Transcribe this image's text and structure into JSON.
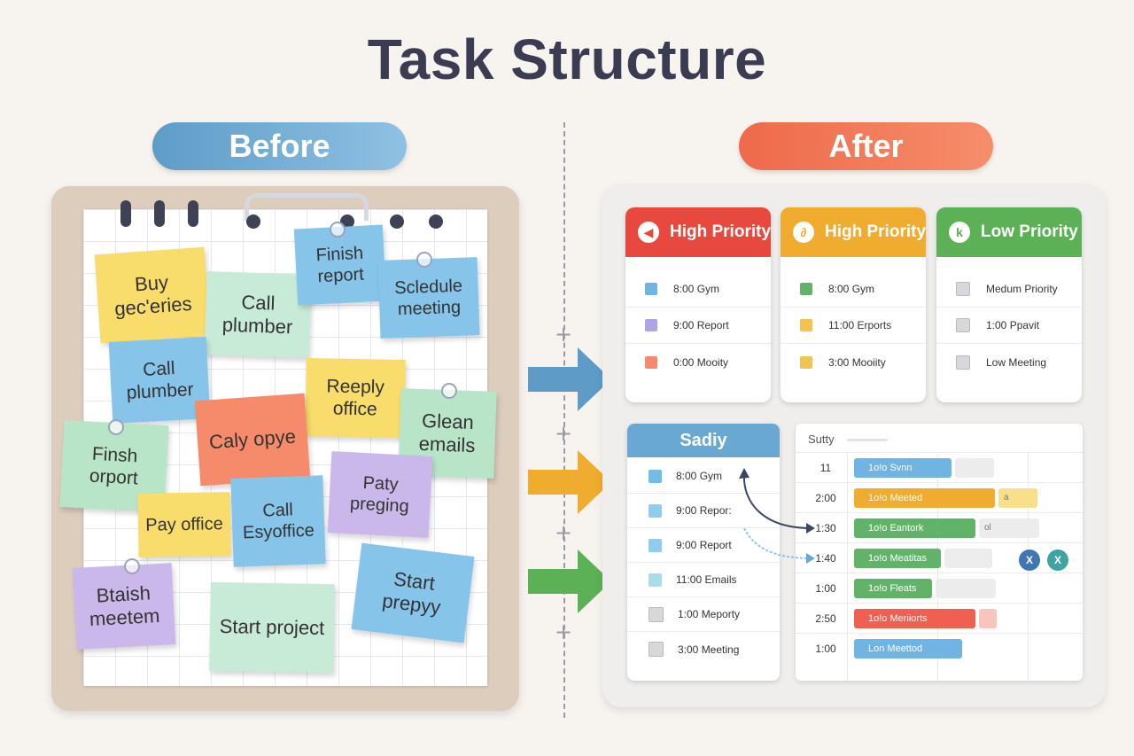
{
  "title": "Task Structure",
  "before_label": "Before",
  "after_label": "After",
  "notes": [
    {
      "text": "Buy gec'eries",
      "color": "#f8dc6c"
    },
    {
      "text": "Call plumber",
      "color": "#c8ebd8"
    },
    {
      "text": "Finish report",
      "color": "#86c4ea"
    },
    {
      "text": "Scledule meeting",
      "color": "#86c4ea"
    },
    {
      "text": "Call plumber",
      "color": "#86c4ea"
    },
    {
      "text": "Reeply office",
      "color": "#f8dc6c"
    },
    {
      "text": "Caly opye",
      "color": "#f58b6a"
    },
    {
      "text": "Glean emails",
      "color": "#b8e4c8"
    },
    {
      "text": "Finsh orport",
      "color": "#b8e4c8"
    },
    {
      "text": "Pay office",
      "color": "#f8dc6c"
    },
    {
      "text": "Call Esyoffice",
      "color": "#86c4ea"
    },
    {
      "text": "Paty preging",
      "color": "#cbb8ea"
    },
    {
      "text": "Btaish meetem",
      "color": "#cbb8ea"
    },
    {
      "text": "Start project",
      "color": "#c8ebd8"
    },
    {
      "text": "Start prepyy",
      "color": "#86c4ea"
    }
  ],
  "priority_cards": [
    {
      "title": "High Priority",
      "color": "#e8493f",
      "icon": "◀",
      "rows": [
        {
          "text": "8:00 Gym",
          "color": "#6fb4e3"
        },
        {
          "text": "9:00 Report",
          "color": "#b1a4e6"
        },
        {
          "text": "0:00 Mooity",
          "color": "#f58b6a"
        }
      ]
    },
    {
      "title": "High Priority",
      "color": "#efac2e",
      "icon": "∂",
      "rows": [
        {
          "text": "8:00 Gym",
          "color": "#62b36a"
        },
        {
          "text": "11:00 Erports",
          "color": "#f2c350"
        },
        {
          "text": "3:00 Mooiity",
          "color": "#f2c350"
        }
      ]
    },
    {
      "title": "Low Priority",
      "color": "#5cb055",
      "icon": "k",
      "rows": [
        {
          "text": "Medum Priority",
          "color": "#d8d8dc"
        },
        {
          "text": "1:00 Ppavit",
          "color": "#d8d8dc"
        },
        {
          "text": "Low Meeting",
          "color": "#d8d8dc"
        }
      ]
    }
  ],
  "daily": {
    "title": "Sadiy",
    "rows": [
      {
        "text": "8:00 Gym",
        "color": "#72bde8"
      },
      {
        "text": "9:00 Repor:",
        "color": "#8fcdee"
      },
      {
        "text": "9:00 Report",
        "color": "#8fcdee"
      },
      {
        "text": "11:00 Emails",
        "color": "#a8dde8"
      },
      {
        "text": "1:00 Meporty",
        "color": "#d8d8dc"
      },
      {
        "text": "3:00 Meeting",
        "color": "#d8d8dc"
      }
    ]
  },
  "schedule": {
    "title": "Sutty",
    "rows": [
      {
        "time": "11",
        "label": "1o!o Svnn",
        "color": "#6fb4e3",
        "frac": 0.45,
        "ghost": 0.18
      },
      {
        "time": "2:00",
        "label": "1o!o Meeted",
        "extra": "a",
        "color": "#efac2e",
        "frac": 0.65,
        "ghost": 0.18,
        "ghostcolor": "#f8e08a"
      },
      {
        "time": "1:30",
        "label": "1o!o Eantork",
        "extra": "ol",
        "color": "#62b36a",
        "frac": 0.56,
        "ghost": 0.28
      },
      {
        "time": "1:40",
        "label": "1o!o Meatitas",
        "color": "#62b36a",
        "frac": 0.4,
        "ghost": 0.22
      },
      {
        "time": "1:00",
        "label": "1o!o Fleats",
        "color": "#62b36a",
        "frac": 0.36,
        "ghost": 0.28
      },
      {
        "time": "2:50",
        "label": "1o!o Meriiorts",
        "color": "#f06050",
        "frac": 0.56,
        "ghost": 0.08,
        "ghostcolor": "#f8c4bc"
      },
      {
        "time": "1:00",
        "label": "Lon Meettod",
        "color": "#6fb4e3",
        "frac": 0.5,
        "ghost": 0
      }
    ]
  },
  "badges": [
    {
      "text": "X",
      "color": "#3f77b3"
    },
    {
      "text": "X",
      "color": "#3fa3a3"
    }
  ],
  "arrow_colors": [
    "#5e9cc7",
    "#efac2e",
    "#5cb055"
  ]
}
